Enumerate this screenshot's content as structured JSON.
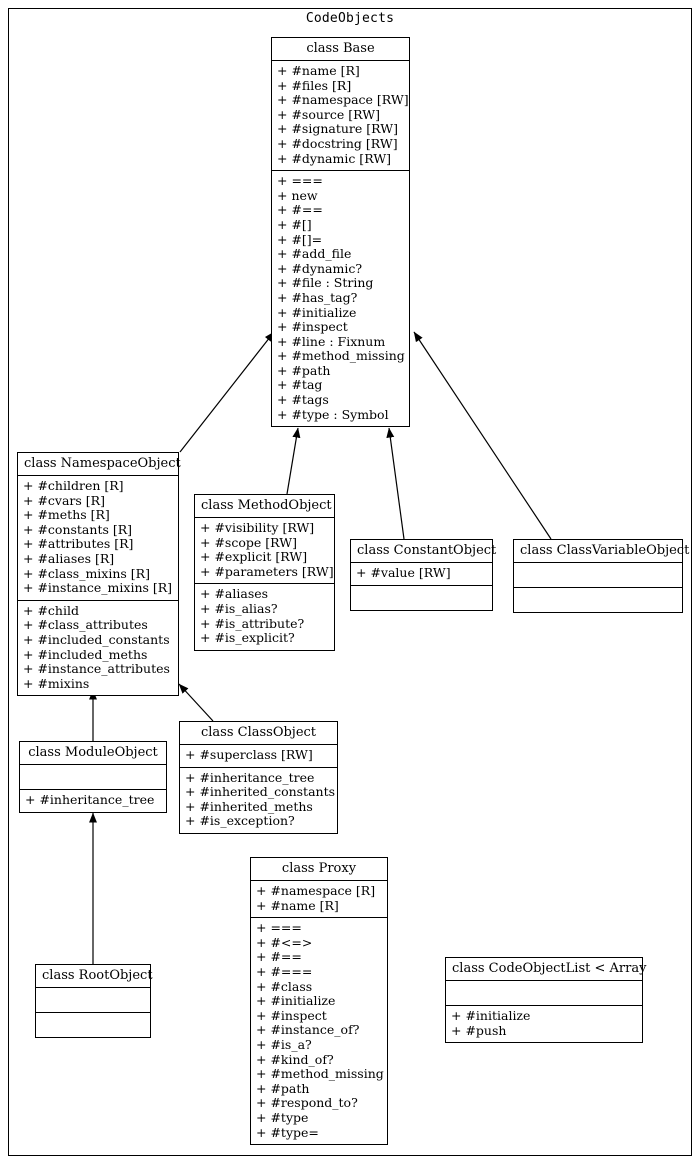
{
  "diagram": {
    "type": "uml-class-diagram",
    "title": "CodeObjects",
    "background": "#ffffff",
    "line_color": "#000000"
  },
  "classes": {
    "base": {
      "title": "class Base",
      "attributes": [
        "+ #name [R]",
        "+ #files [R]",
        "+ #namespace [RW]",
        "+ #source [RW]",
        "+ #signature [RW]",
        "+ #docstring [RW]",
        "+ #dynamic [RW]"
      ],
      "methods": [
        "+ ===",
        "+ new",
        "+ #==",
        "+ #[]",
        "+ #[]=",
        "+ #add_file",
        "+ #dynamic?",
        "+ #file : String",
        "+ #has_tag?",
        "+ #initialize",
        "+ #inspect",
        "+ #line : Fixnum",
        "+ #method_missing",
        "+ #path",
        "+ #tag",
        "+ #tags",
        "+ #type : Symbol"
      ]
    },
    "namespace_object": {
      "title": "class NamespaceObject",
      "attributes": [
        "+ #children [R]",
        "+ #cvars [R]",
        "+ #meths [R]",
        "+ #constants [R]",
        "+ #attributes [R]",
        "+ #aliases [R]",
        "+ #class_mixins [R]",
        "+ #instance_mixins [R]"
      ],
      "methods": [
        "+ #child",
        "+ #class_attributes",
        "+ #included_constants",
        "+ #included_meths",
        "+ #instance_attributes",
        "+ #mixins"
      ]
    },
    "method_object": {
      "title": "class MethodObject",
      "attributes": [
        "+ #visibility [RW]",
        "+ #scope [RW]",
        "+ #explicit [RW]",
        "+ #parameters [RW]"
      ],
      "methods": [
        "+ #aliases",
        "+ #is_alias?",
        "+ #is_attribute?",
        "+ #is_explicit?"
      ]
    },
    "constant_object": {
      "title": "class ConstantObject",
      "attributes": [
        "+ #value [RW]"
      ],
      "methods": []
    },
    "class_variable_object": {
      "title": "class ClassVariableObject",
      "attributes": [],
      "methods": []
    },
    "class_object": {
      "title": "class ClassObject",
      "attributes": [
        "+ #superclass [RW]"
      ],
      "methods": [
        "+ #inheritance_tree",
        "+ #inherited_constants",
        "+ #inherited_meths",
        "+ #is_exception?"
      ]
    },
    "module_object": {
      "title": "class ModuleObject",
      "attributes": [],
      "methods": [
        "+ #inheritance_tree"
      ]
    },
    "root_object": {
      "title": "class RootObject",
      "attributes": [],
      "methods": []
    },
    "proxy": {
      "title": "class Proxy",
      "attributes": [
        "+ #namespace [R]",
        "+ #name [R]"
      ],
      "methods": [
        "+ ===",
        "+ #<=>",
        "+ #==",
        "+ #===",
        "+ #class",
        "+ #initialize",
        "+ #inspect",
        "+ #instance_of?",
        "+ #is_a?",
        "+ #kind_of?",
        "+ #method_missing",
        "+ #path",
        "+ #respond_to?",
        "+ #type",
        "+ #type="
      ]
    },
    "code_object_list": {
      "title": "class CodeObjectList < Array",
      "attributes": [],
      "methods": [
        "+ #initialize",
        "+ #push"
      ]
    }
  },
  "edges": [
    {
      "from": "namespace_object",
      "to": "base",
      "kind": "inheritance"
    },
    {
      "from": "method_object",
      "to": "base",
      "kind": "inheritance"
    },
    {
      "from": "constant_object",
      "to": "base",
      "kind": "inheritance"
    },
    {
      "from": "class_variable_object",
      "to": "base",
      "kind": "inheritance"
    },
    {
      "from": "module_object",
      "to": "namespace_object",
      "kind": "inheritance"
    },
    {
      "from": "class_object",
      "to": "namespace_object",
      "kind": "inheritance"
    },
    {
      "from": "root_object",
      "to": "module_object",
      "kind": "inheritance"
    }
  ]
}
